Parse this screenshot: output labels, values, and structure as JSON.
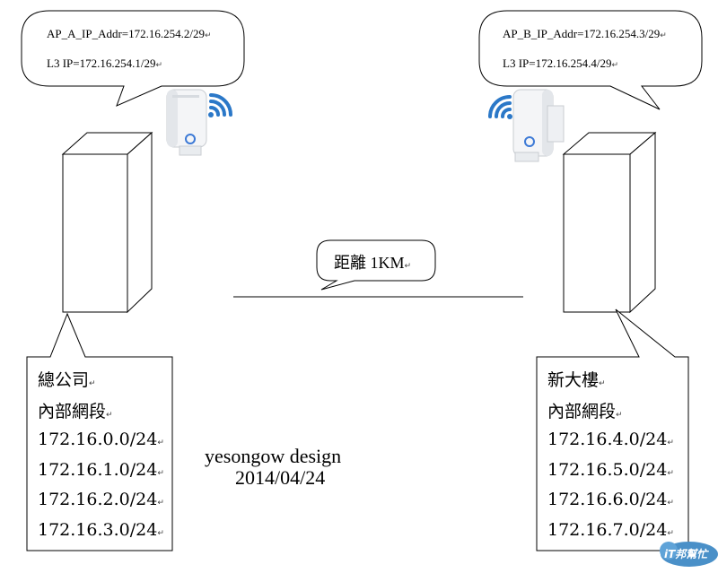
{
  "ap_a": {
    "ip_addr": "AP_A_IP_Addr=172.16.254.2/29",
    "l3_ip": "L3 IP=172.16.254.1/29"
  },
  "ap_b": {
    "ip_addr": "AP_B_IP_Addr=172.16.254.3/29",
    "l3_ip": "L3 IP=172.16.254.4/29"
  },
  "distance": "距離 1KM",
  "left_site": {
    "name": "總公司",
    "subtitle": "內部網段",
    "networks": [
      "172.16.0.0/24",
      "172.16.1.0/24",
      "172.16.2.0/24",
      "172.16.3.0/24"
    ]
  },
  "right_site": {
    "name": "新大樓",
    "subtitle": "內部網段",
    "networks": [
      "172.16.4.0/24",
      "172.16.5.0/24",
      "172.16.6.0/24",
      "172.16.7.0/24"
    ]
  },
  "credit": {
    "author": "yesongow design",
    "date": "2014/04/24"
  },
  "mark_glyph": "↵",
  "logo": "iT邦幫忙"
}
